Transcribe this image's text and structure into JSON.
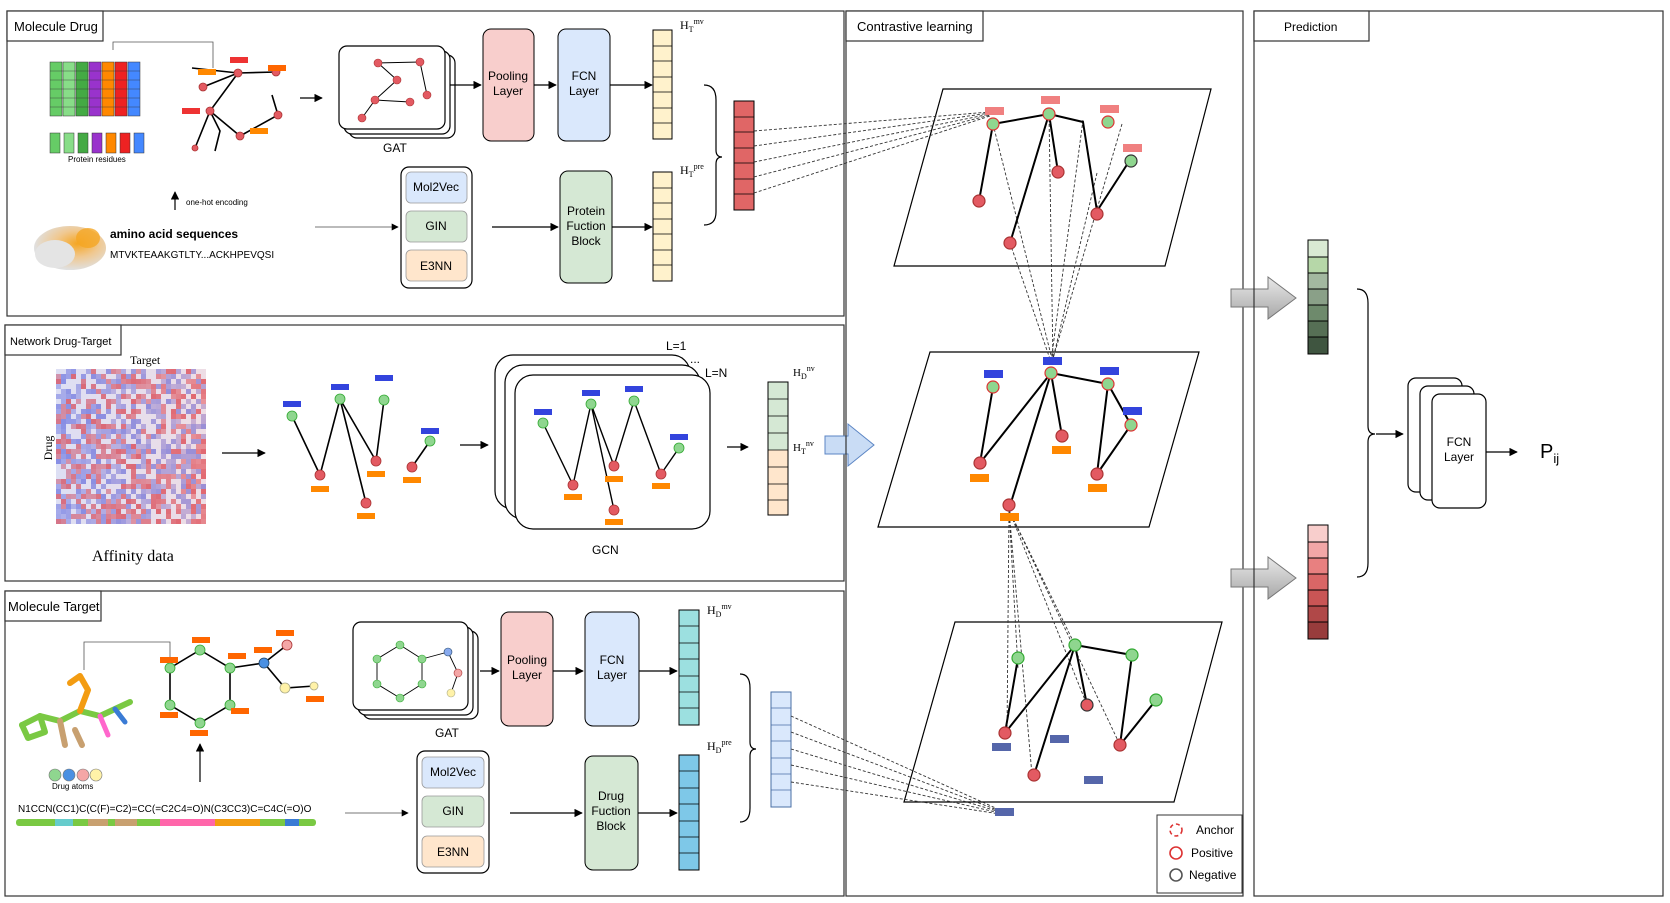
{
  "panels": {
    "molecule_drug": "Molecule Drug",
    "network_drug_target": "Network Drug-Target",
    "molecule_target": "Molecule Target",
    "contrastive_learning": "Contrastive learning",
    "prediction": "Prediction"
  },
  "top": {
    "protein_residues": "Protein residues",
    "one_hot_encoding": "one-hot encoding",
    "amino_acid_title": "amino acid sequences",
    "amino_acid_seq": "MTVKTEAAKGTLTY...ACKHPEVQSI",
    "gat": "GAT",
    "pooling_l1": "Pooling",
    "pooling_l2": "Layer",
    "fcn_l1": "FCN",
    "fcn_l2": "Layer",
    "mol2vec": "Mol2Vec",
    "gin": "GIN",
    "e3nn": "E3NN",
    "pfb_l1": "Protein",
    "pfb_l2": "Fuction",
    "pfb_l3": "Block",
    "ht_mv": "H",
    "ht_mv_sub": "T",
    "ht_mv_sup": "mv",
    "ht_pre": "H",
    "ht_pre_sub": "T",
    "ht_pre_sup": "pre"
  },
  "middle": {
    "target_label": "Target",
    "drug_label": "Drug",
    "affinity": "Affinity data",
    "l1": "L=1",
    "ldots": "...",
    "ln": "L=N",
    "gcn": "GCN",
    "hd_nv": "H",
    "hd_nv_sub": "D",
    "hd_nv_sup": "nv",
    "ht_nv": "H",
    "ht_nv_sub": "T",
    "ht_nv_sup": "nv"
  },
  "bottom": {
    "drug_atoms": "Drug atoms",
    "smiles": "N1CCN(CC1)C(C(F)=C2)=CC(=C2C4=O)N(C3CC3)C=C4C(=O)O",
    "gat": "GAT",
    "pooling_l1": "Pooling",
    "pooling_l2": "Layer",
    "fcn_l1": "FCN",
    "fcn_l2": "Layer",
    "mol2vec": "Mol2Vec",
    "gin": "GIN",
    "e3nn": "E3NN",
    "dfb_l1": "Drug",
    "dfb_l2": "Fuction",
    "dfb_l3": "Block",
    "hd_mv": "H",
    "hd_mv_sub": "D",
    "hd_mv_sup": "mv",
    "hd_pre": "H",
    "hd_pre_sub": "D",
    "hd_pre_sup": "pre"
  },
  "legend": {
    "anchor": "Anchor",
    "positive": "Positive",
    "negative": "Negative"
  },
  "prediction": {
    "fcn_l1": "FCN",
    "fcn_l2": "Layer",
    "p": "P",
    "p_sub": "ij"
  },
  "colors": {
    "pooling_fill": "#f8cecc",
    "fcn_fill": "#dae8fc",
    "green_fill": "#d5e8d4",
    "e3nn_fill": "#ffe6cc",
    "ht_vec": "#fff2cc",
    "hd_vec": "#b3e5e5",
    "red_vec": "#e06666",
    "node_red": "#e35a62",
    "node_green": "#8fd68f"
  }
}
